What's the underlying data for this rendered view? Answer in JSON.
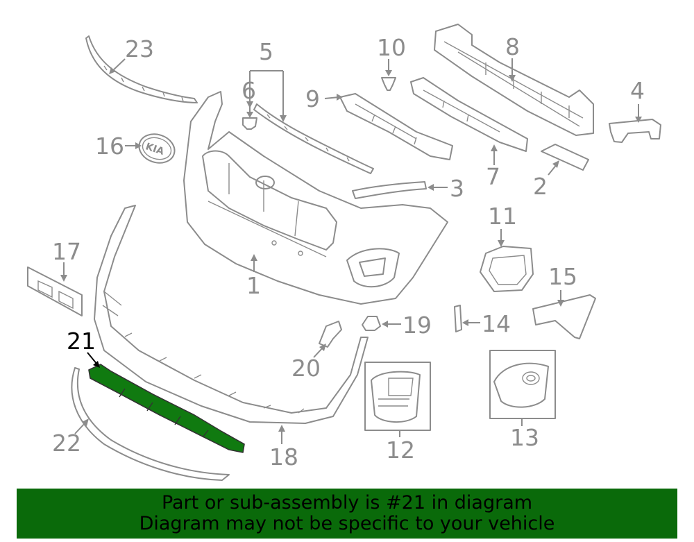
{
  "callouts": {
    "c1": "1",
    "c2": "2",
    "c3": "3",
    "c4": "4",
    "c5": "5",
    "c6": "6",
    "c7": "7",
    "c8": "8",
    "c9": "9",
    "c10": "10",
    "c11": "11",
    "c12": "12",
    "c13": "13",
    "c14": "14",
    "c15": "15",
    "c16": "16",
    "c17": "17",
    "c18": "18",
    "c19": "19",
    "c20": "20",
    "c21": "21",
    "c22": "22",
    "c23": "23"
  },
  "highlighted_part": "21",
  "colors": {
    "highlight_fill": "#107a10",
    "banner_bg": "#0a6a0a",
    "line": "#8c8c8c",
    "text_hl": "#000000"
  },
  "logo_text": "KIA",
  "banner": {
    "line1": "Part or sub-assembly is #21 in diagram",
    "line2": "Diagram may not be specific to your vehicle"
  }
}
